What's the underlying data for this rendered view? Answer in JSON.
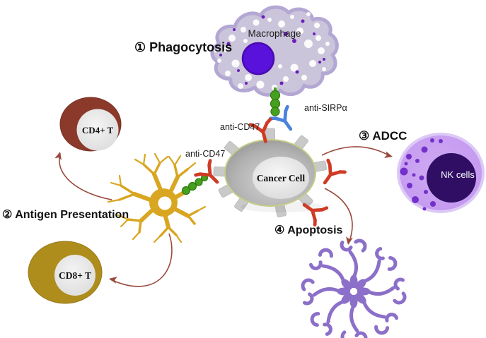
{
  "figure": {
    "background": "#ffffff",
    "steps": {
      "phagocytosis": "① Phagocytosis",
      "antigen_presentation": "② Antigen Presentation",
      "adcc": "③ ADCC",
      "apoptosis": "④ Apoptosis"
    },
    "cells": {
      "macrophage": "Macrophage",
      "cancer": "Cancer Cell",
      "nk": "NK cells",
      "cd4": "CD4+ T",
      "cd8": "CD8+ T"
    },
    "antibodies": {
      "anti_sirpa": "anti-SIRPα",
      "anti_cd47_upper": "anti-CD47",
      "anti_cd47_lower": "anti-CD47"
    },
    "colors": {
      "macrophage_body": "#cbc5db",
      "macrophage_membrane": "#b3a7d3",
      "macrophage_nucleus": "#5912dc",
      "macrophage_nucleus_rim": "#4a0bb0",
      "macrophage_speck": "#6a1fb8",
      "macrophage_label": "#a85a4a",
      "green_receptor": "#46a01f",
      "green_receptor_dark": "#2f7a12",
      "blue_antibody": "#4b82dd",
      "red_antibody": "#cf3b25",
      "cancer_outline": "#c6cc86",
      "cancer_stub": "#c9c9c9",
      "nk_body": "#c8a0ee",
      "nk_rim": "#dcc9f6",
      "nk_nucleus": "#2f0e64",
      "nk_granule": "#7430ca",
      "cd4_body": "#8a392b",
      "cd8_body": "#ae8d1d",
      "dendritic": "#d9a621",
      "apoptotic": "#8b6fc8",
      "arrow": "#9a4a3c",
      "label_text": "#111111"
    }
  }
}
